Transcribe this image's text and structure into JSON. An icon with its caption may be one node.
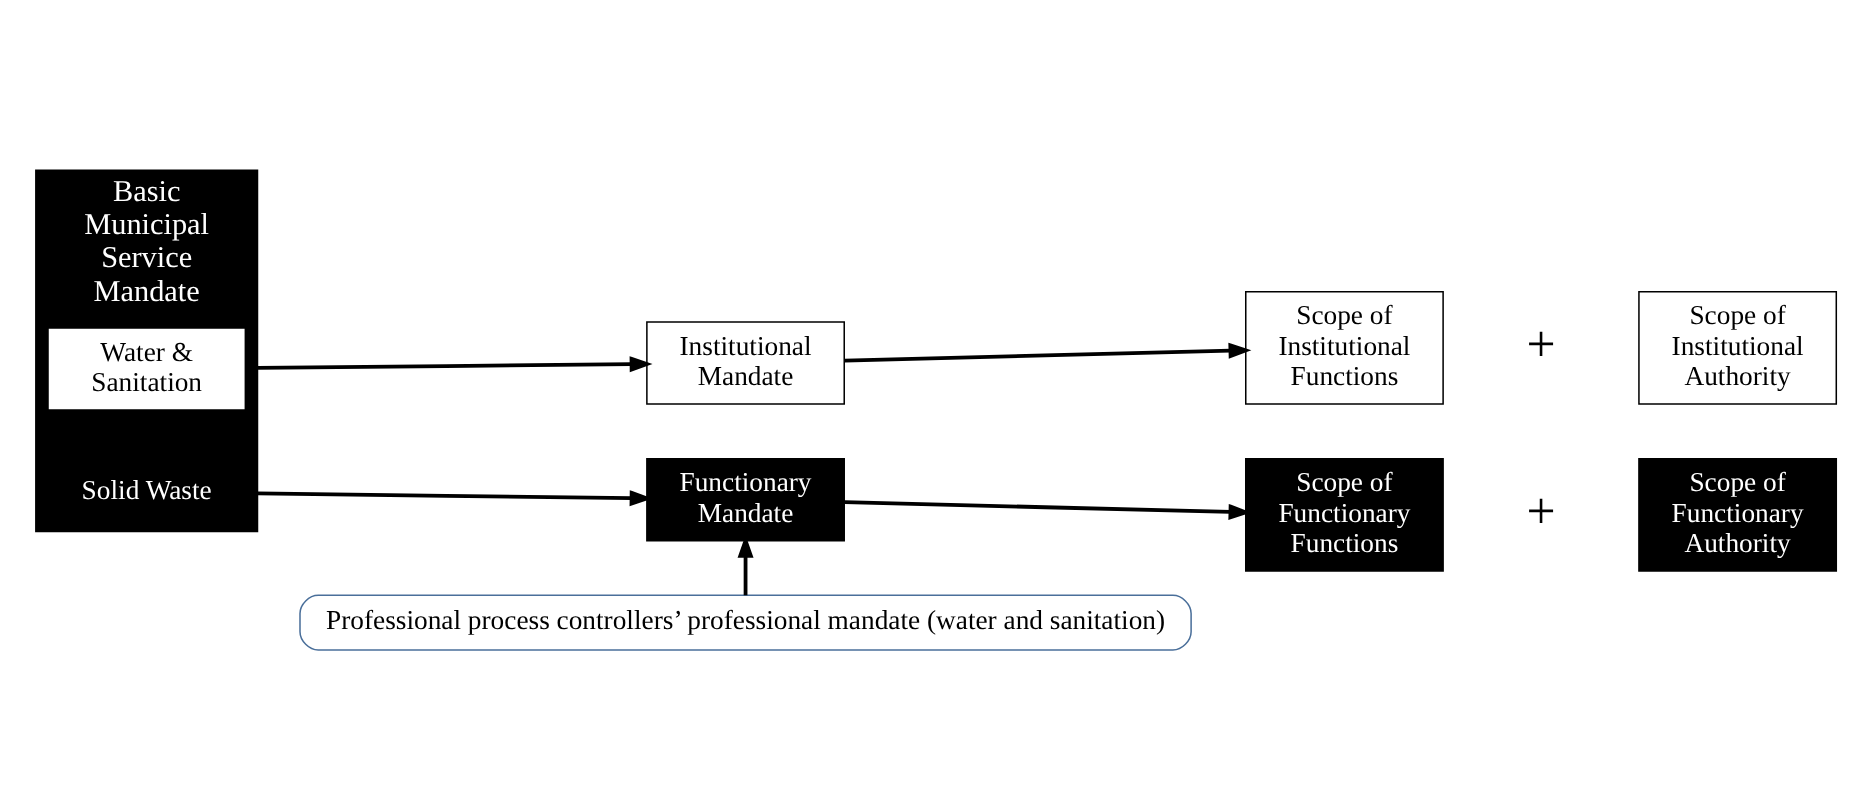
{
  "diagram": {
    "nodes": [
      {
        "text": [
          "Basic Municipal Service Mandate"
        ]
      },
      {
        "text": [
          "Water & Sanitation"
        ],
        "in": 0
      },
      {
        "text": [
          "Solid Waste"
        ],
        "in": 0
      },
      {
        "text": [
          "Institutional Mandate"
        ]
      },
      {
        "text": [
          "Scope of Institutional Functions"
        ]
      },
      {
        "text": [
          "Scope of Institutional Authority"
        ]
      },
      {
        "text": [
          "Functionary Mandate"
        ]
      },
      {
        "text": [
          "Scope of Functionary Functions"
        ]
      },
      {
        "text": [
          "Scope of Functionary Authority"
        ]
      },
      {
        "text": [
          "Professional process controllers’ professional mandate (water and sanitation)"
        ]
      }
    ],
    "edges": [
      {
        "from": 0,
        "to": 3,
        "arrow": "to"
      },
      {
        "from": 3,
        "to": 4,
        "arrow": "to"
      },
      {
        "from": 0,
        "to": 6,
        "arrow": "to"
      },
      {
        "from": 6,
        "to": 7,
        "arrow": "to"
      },
      {
        "from": 9,
        "to": 6,
        "arrow": "to"
      }
    ],
    "labels": [
      "+",
      "+"
    ]
  }
}
